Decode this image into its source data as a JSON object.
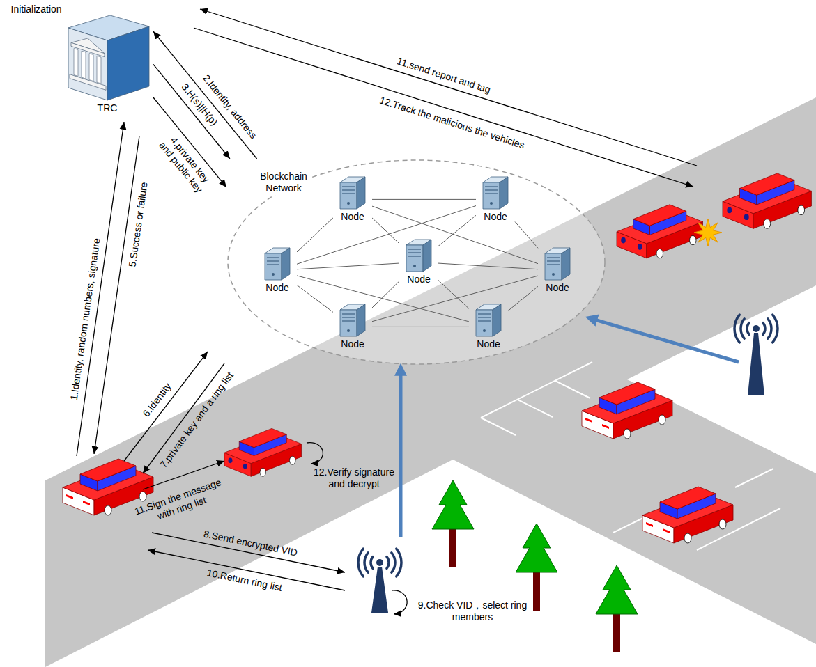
{
  "diagram": {
    "nodes": [
      {
        "text": [
          "TRC"
        ]
      },
      {
        "text": [
          "Blockchain Network"
        ]
      },
      {
        "text": [
          "Node"
        ],
        "in": 1
      },
      {
        "text": [
          "Node"
        ],
        "in": 1
      },
      {
        "text": [
          "Node"
        ],
        "in": 1
      },
      {
        "text": [
          "Node"
        ],
        "in": 1
      },
      {
        "text": [
          "Node"
        ],
        "in": 1
      },
      {
        "text": [
          "Node"
        ],
        "in": 1
      },
      {
        "text": [
          "Node"
        ],
        "in": 1
      }
    ],
    "edges": [
      {
        "from": 1,
        "to": 0,
        "label": "2.Identity, address",
        "arrow": "to"
      },
      {
        "from": 0,
        "to": 1,
        "label": "3.H(s)||H(p)",
        "arrow": "to"
      },
      {
        "from": 0,
        "to": 1,
        "label": "4.private key and public key",
        "arrow": "to"
      },
      {
        "from": 2,
        "to": 3,
        "arrow": "none"
      },
      {
        "from": 2,
        "to": 4,
        "arrow": "none"
      },
      {
        "from": 2,
        "to": 5,
        "arrow": "none"
      },
      {
        "from": 2,
        "to": 6,
        "arrow": "none"
      },
      {
        "from": 3,
        "to": 4,
        "arrow": "none"
      },
      {
        "from": 3,
        "to": 5,
        "arrow": "none"
      },
      {
        "from": 3,
        "to": 6,
        "arrow": "none"
      },
      {
        "from": 4,
        "to": 5,
        "arrow": "none"
      },
      {
        "from": 4,
        "to": 7,
        "arrow": "none"
      },
      {
        "from": 4,
        "to": 8,
        "arrow": "none"
      },
      {
        "from": 5,
        "to": 6,
        "arrow": "none"
      },
      {
        "from": 5,
        "to": 7,
        "arrow": "none"
      },
      {
        "from": 5,
        "to": 8,
        "arrow": "none"
      },
      {
        "from": 6,
        "to": 7,
        "arrow": "none"
      },
      {
        "from": 6,
        "to": 8,
        "arrow": "none"
      },
      {
        "from": 7,
        "to": 8,
        "arrow": "none"
      }
    ],
    "labels": [
      "Initialization",
      "1.Identity, random numbers, signature",
      "5.Success or failure",
      "11.send report and tag",
      "12.Track the malicious the vehicles",
      "6.Identity",
      "7.private key and a ring list",
      "11.Sign the message with ring list",
      "12.Verify signature and decrypt",
      "8.Send encrypted VID",
      "10.Return ring list",
      "9.Check VID，select ring members"
    ]
  }
}
